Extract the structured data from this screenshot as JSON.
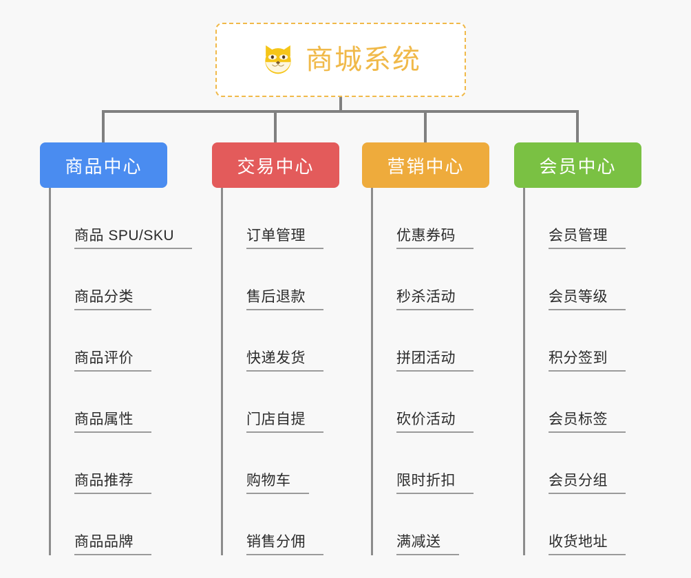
{
  "root": {
    "title": "商城系统",
    "icon": "shiba-dog-face-icon",
    "accent_color": "#f0b949",
    "border_style": "dashed",
    "background": "#ffffff"
  },
  "canvas": {
    "background_color": "#f8f8f8",
    "connector_color": "#808080"
  },
  "categories": [
    {
      "label": "商品中心",
      "color": "#4a8cf0",
      "items": [
        {
          "label": "商品 SPU/SKU"
        },
        {
          "label": "商品分类"
        },
        {
          "label": "商品评价"
        },
        {
          "label": "商品属性"
        },
        {
          "label": "商品推荐"
        },
        {
          "label": "商品品牌"
        }
      ]
    },
    {
      "label": "交易中心",
      "color": "#e35b5b",
      "items": [
        {
          "label": "订单管理"
        },
        {
          "label": "售后退款"
        },
        {
          "label": "快递发货"
        },
        {
          "label": "门店自提"
        },
        {
          "label": "购物车"
        },
        {
          "label": "销售分佣"
        }
      ]
    },
    {
      "label": "营销中心",
      "color": "#eeab3c",
      "items": [
        {
          "label": "优惠券码"
        },
        {
          "label": "秒杀活动"
        },
        {
          "label": "拼团活动"
        },
        {
          "label": "砍价活动"
        },
        {
          "label": "限时折扣"
        },
        {
          "label": "满减送"
        }
      ]
    },
    {
      "label": "会员中心",
      "color": "#7ac143",
      "items": [
        {
          "label": "会员管理"
        },
        {
          "label": "会员等级"
        },
        {
          "label": "积分签到"
        },
        {
          "label": "会员标签"
        },
        {
          "label": "会员分组"
        },
        {
          "label": "收货地址"
        }
      ]
    }
  ]
}
